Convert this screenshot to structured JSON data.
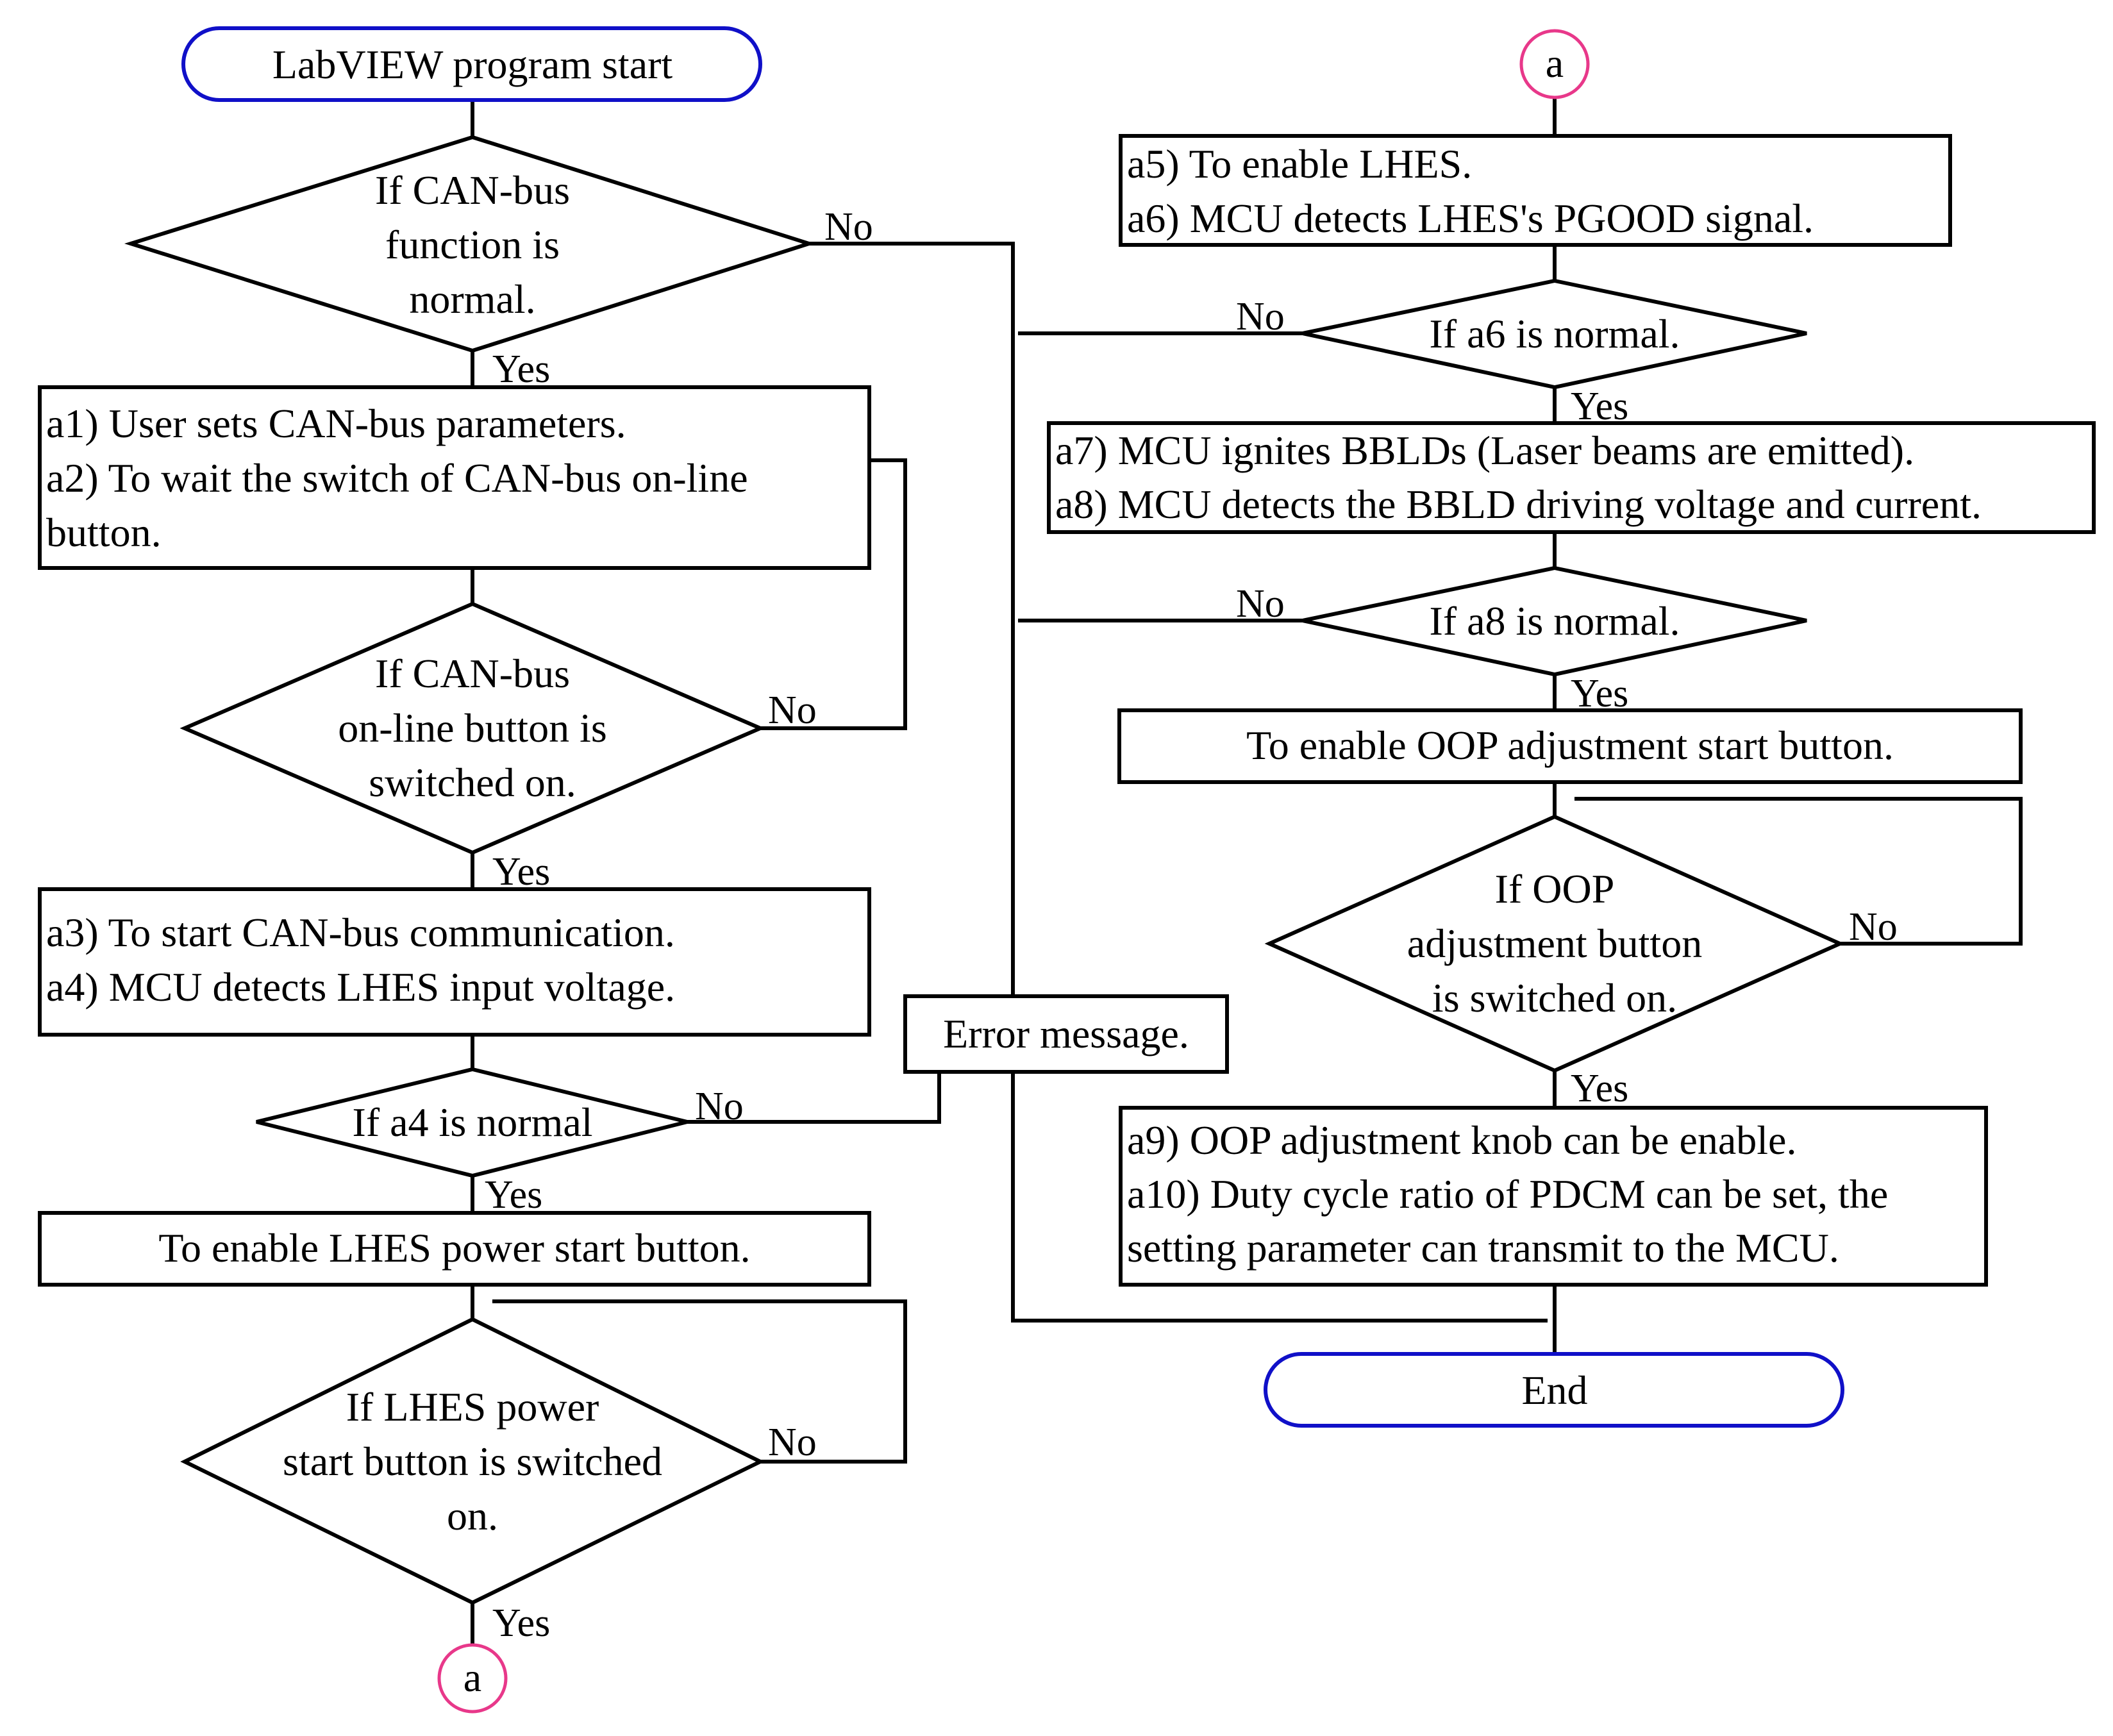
{
  "colors": {
    "terminator_stroke": "#1010c8",
    "connector_stroke": "#e8388a",
    "line": "#000000"
  },
  "nodes": {
    "start": "LabVIEW program start",
    "d_canbus": [
      "If CAN-bus",
      "function is",
      "normal."
    ],
    "p_a1a2": [
      "a1) User sets CAN-bus parameters.",
      "a2) To wait the switch of CAN-bus on-line",
      "button."
    ],
    "d_online": [
      "If CAN-bus",
      "on-line button is",
      "switched on."
    ],
    "p_a3a4": [
      "a3) To start CAN-bus communication.",
      "a4) MCU detects LHES input voltage."
    ],
    "d_a4": "If a4 is normal",
    "p_lhes_btn": "To enable LHES power start button.",
    "d_lhes": [
      "If LHES power",
      "start button is switched",
      "on."
    ],
    "conn_bottom": "a",
    "conn_top": "a",
    "error": "Error message.",
    "p_a5a6": [
      "a5) To enable LHES.",
      "a6) MCU detects LHES's PGOOD signal."
    ],
    "d_a6": "If a6 is normal.",
    "p_a7a8": [
      "a7) MCU ignites BBLDs (Laser beams are emitted).",
      "a8) MCU detects the BBLD driving voltage and current."
    ],
    "d_a8": "If a8 is normal.",
    "p_oop_btn": "To enable OOP adjustment start button.",
    "d_oop": [
      "If OOP",
      "adjustment button",
      "is switched on."
    ],
    "p_a9a10": [
      "a9) OOP adjustment knob can be enable.",
      "a10) Duty cycle ratio of PDCM can be set, the",
      "setting parameter can transmit to the MCU."
    ],
    "end": "End"
  },
  "edge_labels": {
    "canbus_no": "No",
    "canbus_yes": "Yes",
    "online_no": "No",
    "online_yes": "Yes",
    "a4_no": "No",
    "a4_yes": "Yes",
    "lhes_no": "No",
    "lhes_yes": "Yes",
    "a6_no": "No",
    "a6_yes": "Yes",
    "a8_no": "No",
    "a8_yes": "Yes",
    "oop_no": "No",
    "oop_yes": "Yes"
  }
}
